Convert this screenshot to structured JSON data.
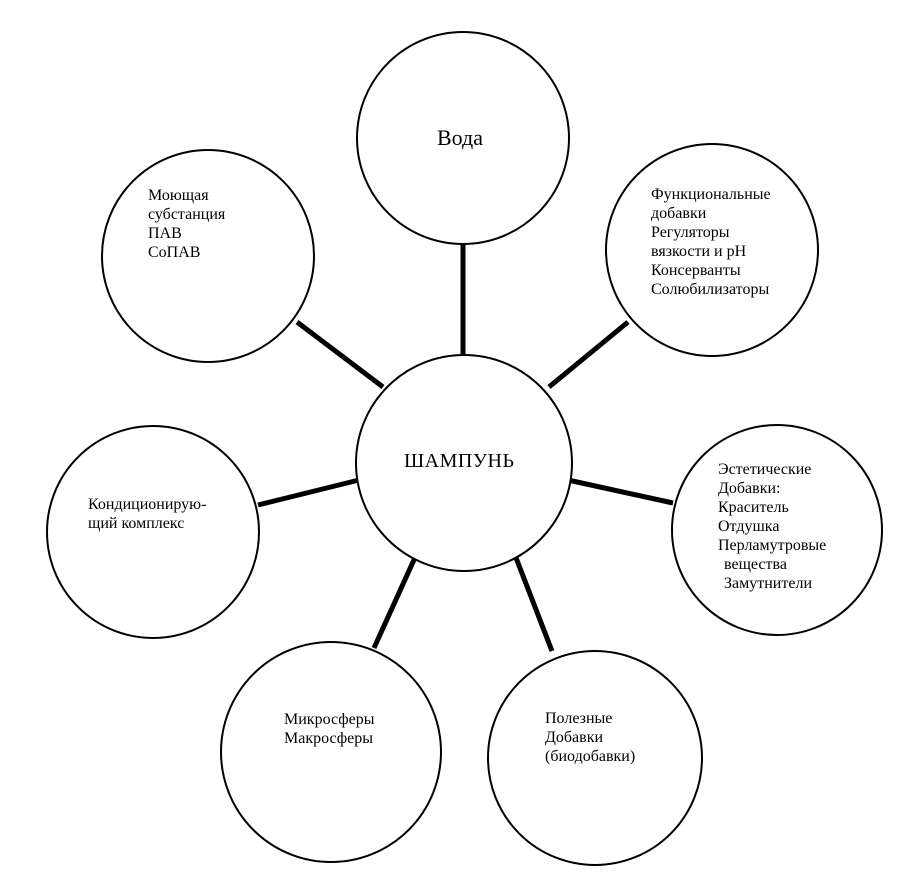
{
  "center": {
    "label": "ШАМПУНЬ"
  },
  "nodes": {
    "water": {
      "lines": [
        "Вода"
      ]
    },
    "functional": {
      "lines": [
        "Функциональные",
        "добавки",
        "Регуляторы",
        "вязкости  и рН",
        "Консерванты",
        "Солюбилизаторы"
      ]
    },
    "aesthetic": {
      "lines": [
        "Эстетические",
        "Добавки:",
        "Краситель",
        "Отдушка",
        "Перламутровые",
        "вещества",
        "Замутнители"
      ]
    },
    "useful": {
      "lines": [
        "Полезные",
        "Добавки",
        "(биодобавки)"
      ]
    },
    "spheres": {
      "lines": [
        "Микросферы",
        "Макросферы"
      ]
    },
    "conditioning": {
      "lines": [
        "Кондиционирую-",
        "щий комплекс"
      ]
    },
    "detergent": {
      "lines": [
        "Моющая",
        "субстанция",
        "ПАВ",
        "СоПАВ"
      ]
    }
  },
  "colors": {
    "stroke": "#000000",
    "background": "#ffffff"
  }
}
